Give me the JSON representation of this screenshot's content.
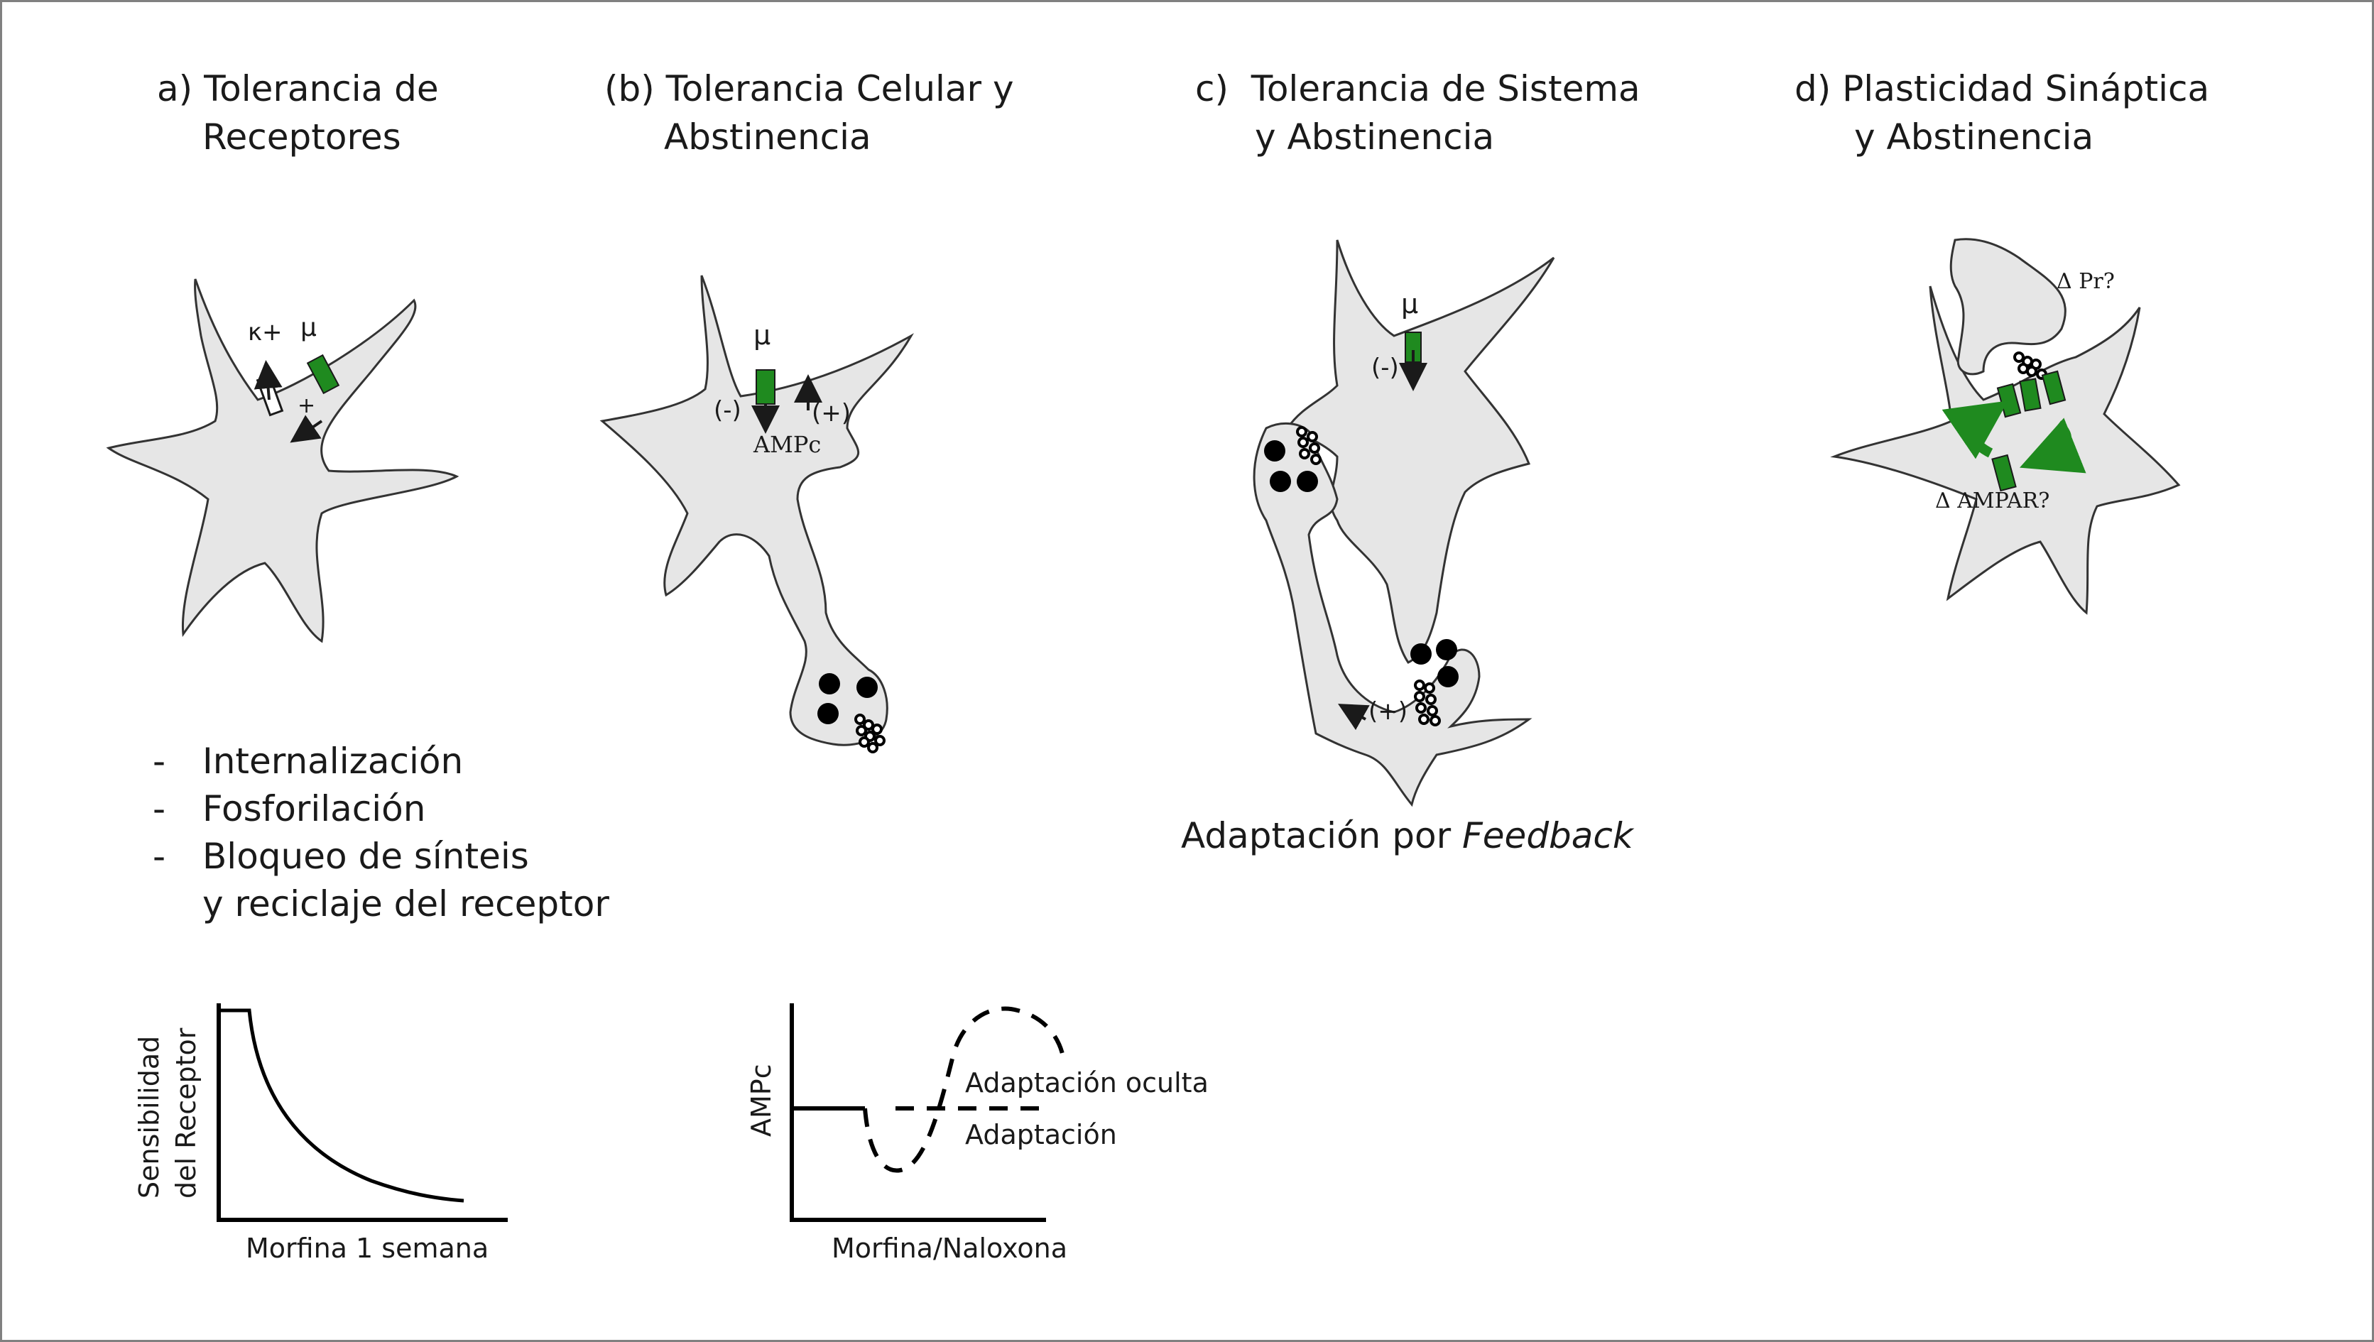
{
  "panels": {
    "a": {
      "letter": "a)",
      "title_line1": "Tolerancia de",
      "title_line2": "Receptores",
      "kplus_label": "κ+",
      "mu_label": "μ",
      "plus_sign": "+",
      "mechanisms": [
        "Internalización",
        "Fosforilación",
        "Bloqueo de sínteis"
      ],
      "mechanism_continuation": "y reciclaje del receptor",
      "graph": {
        "ylabel_line1": "Sensibilidad",
        "ylabel_line2": "del Receptor",
        "xlabel": "Morfina 1 semana"
      }
    },
    "b": {
      "letter": "(b)",
      "title_line1": "Tolerancia Celular y",
      "title_line2": "Abstinencia",
      "mu_label": "μ",
      "minus_label": "(-)",
      "plus_label": "(+)",
      "camp_label": "AMPc",
      "graph": {
        "ylabel": "AMPc",
        "xlabel": "Morfina/Naloxona",
        "label_hidden": "Adaptación oculta",
        "label_adaptation": "Adaptación"
      }
    },
    "c": {
      "letter": "c)",
      "title_line1": "Tolerancia de Sistema",
      "title_line2": "y Abstinencia",
      "mu_label": "μ",
      "minus_label": "(-)",
      "plus_label": "(+)",
      "caption_prefix": "Adaptación por ",
      "caption_italic": "Feedback"
    },
    "d": {
      "letter": "d)",
      "title_line1": "Plasticidad Sináptica",
      "title_line2": "y Abstinencia",
      "delta_pr": "Δ Pr?",
      "delta_ampar": "Δ AMPAR?"
    }
  },
  "colors": {
    "cell_fill": "#e6e6e6",
    "cell_stroke": "#333333",
    "receptor_green": "#1f8a1f",
    "arrow_green": "#1f8a1f",
    "vesicle": "#000000",
    "frame": "#808080"
  }
}
